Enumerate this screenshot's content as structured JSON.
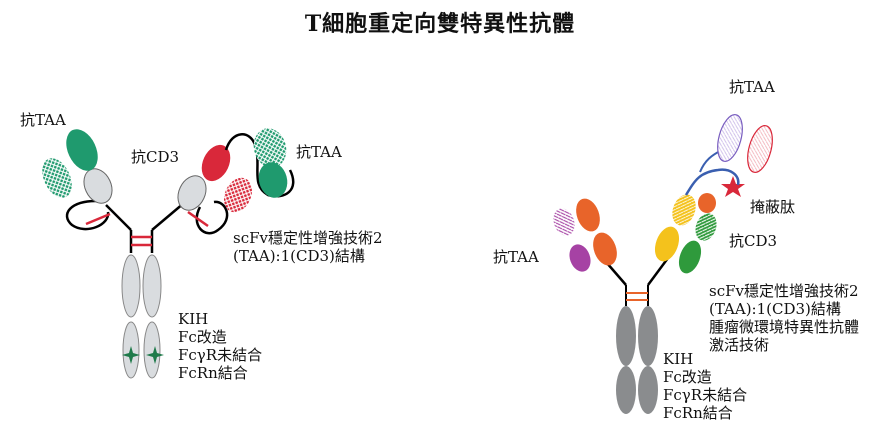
{
  "title": "T細胞重定向雙特異性抗體",
  "left_antibody": {
    "label_anti_taa_1": "抗TAA",
    "label_anti_cd3": "抗CD3",
    "label_anti_taa_2": "抗TAA",
    "tech_lines": [
      "scFv穩定性增強技術2",
      "(TAA):1(CD3)結構"
    ],
    "fc_lines": [
      "KIH",
      "Fc改造",
      "FcγR未結合",
      "FcRn結合"
    ]
  },
  "right_antibody": {
    "label_anti_taa_top": "抗TAA",
    "label_masking_peptide": "掩蔽肽",
    "label_anti_cd3": "抗CD3",
    "label_anti_taa_left": "抗TAA",
    "tech_lines": [
      "scFv穩定性增強技術2",
      "(TAA):1(CD3)結構",
      "腫瘤微環境特異性抗體",
      "激活技術"
    ],
    "fc_lines": [
      "KIH",
      "Fc改造",
      "FcγR未結合",
      "FcRn結合"
    ]
  },
  "colors": {
    "teal": "#1f9a6e",
    "red": "#d9283a",
    "grey": "#c8ccd0",
    "dark_grey": "#8a8c8e",
    "orange": "#e8642a",
    "yellow": "#f4c21c",
    "green": "#2f9a3c",
    "purple": "#a642a4",
    "blue": "#3a5fb0"
  }
}
